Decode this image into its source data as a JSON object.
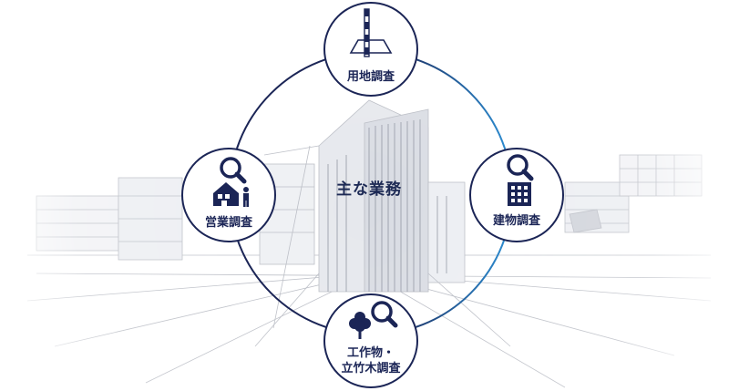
{
  "center_label": "主な業務",
  "nodes": {
    "top": {
      "label": "用地調査",
      "icon": "land-survey-pole-icon"
    },
    "left": {
      "label": "営業調査",
      "icon": "business-survey-house-person-icon"
    },
    "right": {
      "label": "建物調査",
      "icon": "building-survey-icon"
    },
    "bottom": {
      "label_line1": "工作物・",
      "label_line2": "立竹木調査",
      "icon": "tree-survey-icon"
    }
  },
  "colors": {
    "navy": "#1b2556",
    "ring_gradient_end": "#2d8fd4",
    "sketch_line": "#b9bcc4"
  }
}
